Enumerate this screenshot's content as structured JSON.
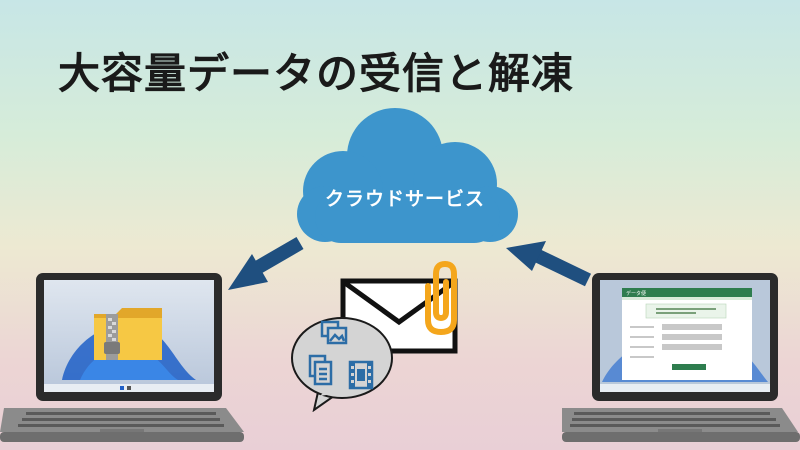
{
  "title": "大容量データの受信と解凍",
  "cloud": {
    "label": "クラウドサービス"
  },
  "right_laptop_screen": {
    "app_header": "データ便"
  },
  "colors": {
    "cloud": "#3d95cc",
    "arrow": "#1f4f7f",
    "icon_blue": "#2c6da6",
    "clip": "#f4a61c",
    "bubble": "#d4d4d4",
    "laptop_body": "#8b8b8b",
    "app_green": "#2e7d4e"
  },
  "icons": [
    "cloud-icon",
    "arrow-left-icon",
    "zip-folder-icon",
    "envelope-icon",
    "paperclip-icon",
    "images-icon",
    "document-icon",
    "video-icon"
  ]
}
